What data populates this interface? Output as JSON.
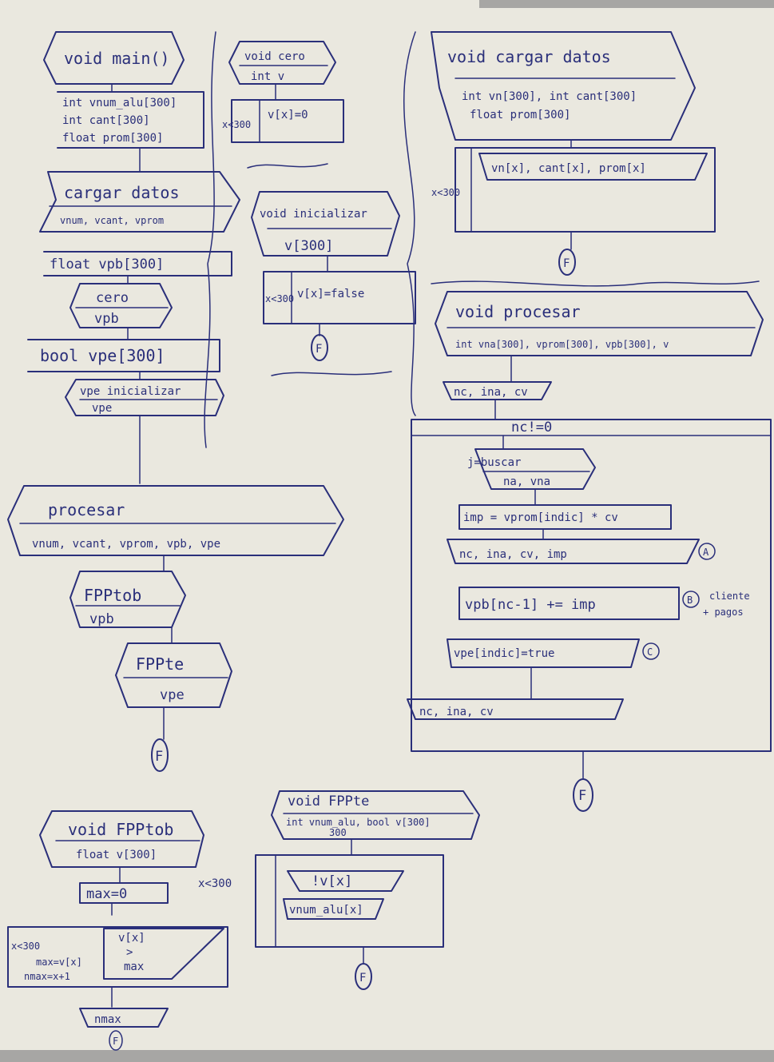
{
  "title": "",
  "sheet": {
    "paper_color": "#eae8df",
    "ink_color": "#2a2f7a",
    "shadow_color": "#8a8a8a"
  },
  "main_proc": {
    "header": "void main()",
    "decl1": "int vnum_alu[300]",
    "decl2": "int cant[300]",
    "decl3": "float prom[300]",
    "load_call": "cargar datos",
    "load_params": "vnum, vcant, vprom",
    "decl4": "float vpb[300]",
    "zero_call": "cero",
    "zero_param": "vpb",
    "decl5": "bool vpe[300]",
    "init_call": "vpe inicializar",
    "init_param": "vpe",
    "process_call": "procesar",
    "process_params": "vnum, vcant, vprom, vpb, vpe",
    "show_b_call": "FPPtob",
    "show_b_param": "vpb",
    "show_e_call": "FPPte",
    "show_e_param": "vpe",
    "end": "F"
  },
  "zero_proc": {
    "header": "void cero",
    "param": "int v",
    "loop": "x<300",
    "body": "v[x]=0"
  },
  "init_proc": {
    "header": "void inicializar",
    "param": "v[300]",
    "loop": "x<300",
    "body": "v[x]=false",
    "end": "F"
  },
  "load_proc": {
    "header": "void cargar datos",
    "params1": "int vn[300], int cant[300]",
    "params2": "float prom[300]",
    "body": "vn[x], cant[x], prom[x]",
    "loop": "x<300",
    "end": "F"
  },
  "process_proc": {
    "header": "void procesar",
    "params": "int vna[300], vprom[300], vpb[300], v",
    "read1": "nc, ina, cv",
    "loop": "nc!=0",
    "search_call": "j=buscar",
    "search_params": "na, vna",
    "calc": "imp = vprom[indic] * cv",
    "read2": "nc, ina, cv, imp",
    "marker_a": "A",
    "accum": "vpb[nc-1] += imp",
    "marker_b": "B",
    "note1": "cliente",
    "note2": "+ pagos",
    "flag": "vpe[indic]=true",
    "marker_c": "C",
    "read3": "nc, ina, cv",
    "end": "F"
  },
  "show_b_proc": {
    "header": "void FPPtob",
    "param": "float v[300]",
    "init": "max=0",
    "loop": "x<300",
    "cond_top": "v[x]",
    "cond_mid": ">",
    "cond_bot": "max",
    "assign1": "max=v[x]",
    "assign2": "nmax=x+1",
    "out": "nmax",
    "end": "F"
  },
  "show_e_proc": {
    "header": "void FPPte",
    "param": "int vnum_alu, bool v[300]",
    "param2": "300",
    "loop": "x<300",
    "cond": "!v[x]",
    "out": "vnum_alu[x]",
    "end": "F"
  }
}
